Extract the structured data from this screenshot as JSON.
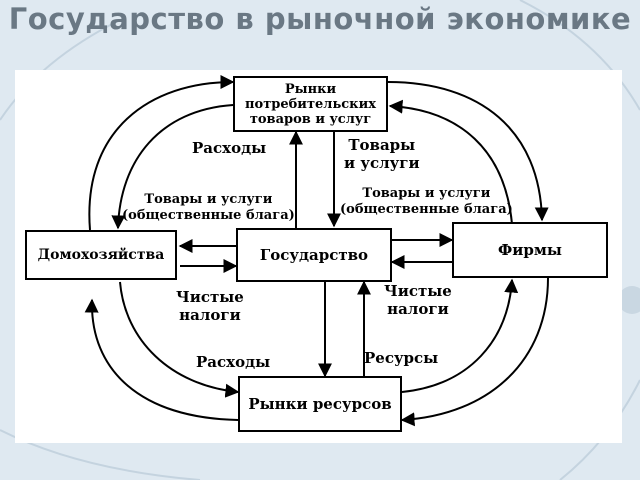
{
  "title": "Государство в рыночной экономике",
  "nodes": {
    "consumer_market": "Рынки потребительских товаров и услуг",
    "households": "Домохозяйства",
    "government": "Государство",
    "firms": "Фирмы",
    "resource_market": "Рынки ресурсов"
  },
  "labels": {
    "expenses_top": "Расходы",
    "goods_services_top": "Товары\nи услуги",
    "public_goods_left": "Товары и услуги\n(общественные блага)",
    "public_goods_right": "Товары и услуги\n(общественные блага)",
    "net_taxes_left": "Чистые\nналоги",
    "net_taxes_right": "Чистые\nналоги",
    "expenses_bottom": "Расходы",
    "resources": "Ресурсы"
  },
  "colors": {
    "title": "#6a7884",
    "background": "#dfe9f1",
    "panel": "#ffffff",
    "ink": "#000000"
  }
}
